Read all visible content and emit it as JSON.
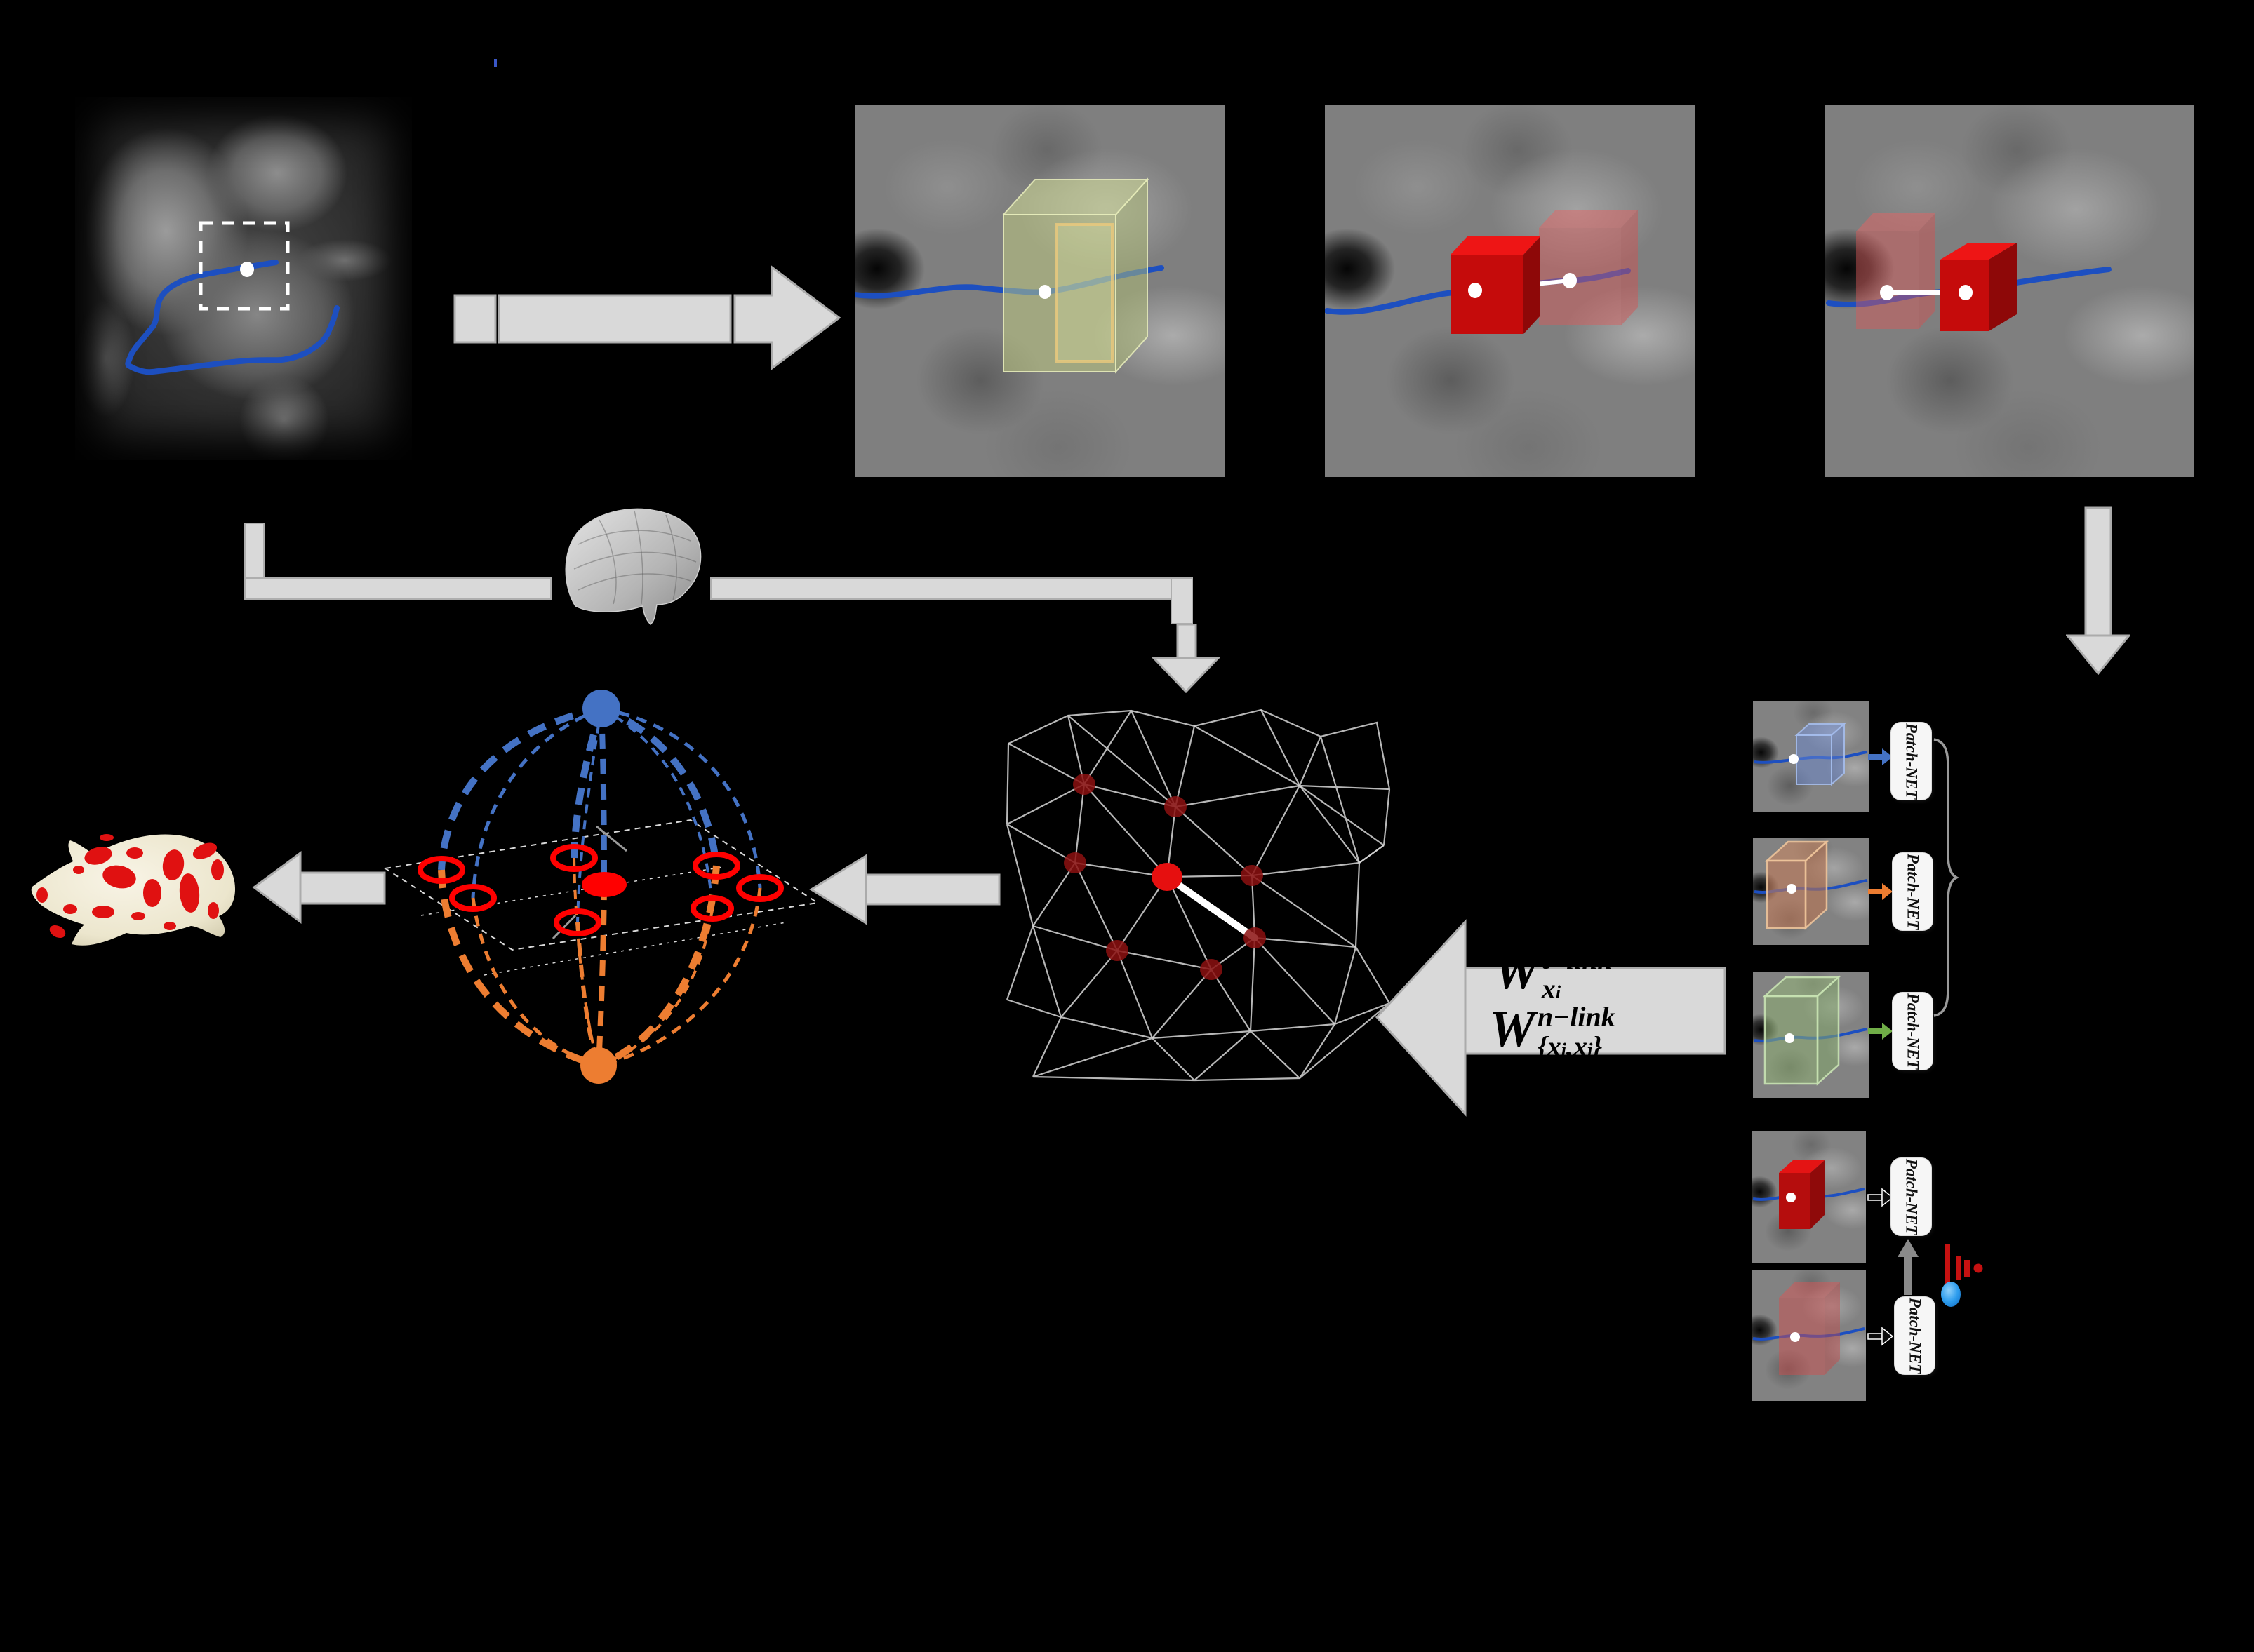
{
  "figure_background": "#000000",
  "labels": {
    "patch_net": "Patch-NET"
  },
  "formulas": {
    "tlink": {
      "base": "W",
      "sup": "t−link",
      "sub_var": "x",
      "sub_idx": "i"
    },
    "nlink": {
      "base": "W",
      "sup": "n−link",
      "sub_pre": "{x",
      "sub_idx1": "i",
      "sub_mid": ",x",
      "sub_idx2": "j",
      "sub_post": "}"
    }
  },
  "colors": {
    "source_node_blue": "#4472C4",
    "sink_node_orange": "#ED7D31",
    "graph_ring_red": "#FF0000",
    "mesh_node_red": "#E01010",
    "contour_blue": "#1D4FC0",
    "roi_box_green": "#C8D482",
    "patch_box_blue": "#6E8FD0",
    "patch_box_orange": "#C58A66",
    "patch_box_green": "#8FB274",
    "patch_box_red": "#C00E0E",
    "flow_arrow_gray": "#D9D9D9",
    "scar_surface_cream": "#F2EEDC"
  },
  "icons": {
    "flow-arrow": "block-arrow",
    "group-brace": "curly-brace",
    "score-bars": "decreasing-red-bars",
    "candidate-dot": "blue-dot"
  }
}
